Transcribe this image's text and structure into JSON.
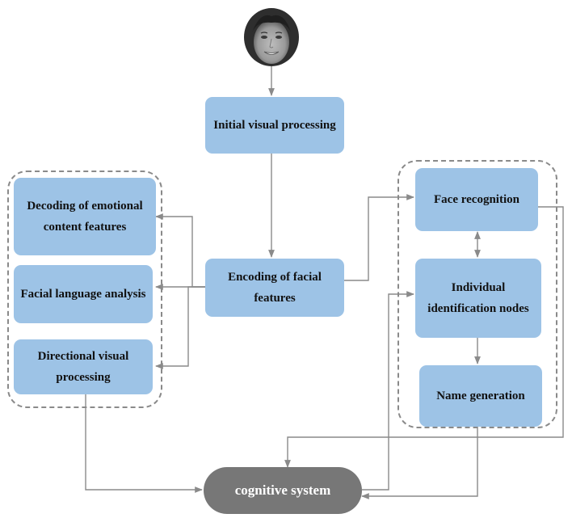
{
  "nodes": {
    "initial": "Initial visual processing",
    "encoding": "Encoding of facial features",
    "decoding": "Decoding of emotional content features",
    "facial_language": "Facial language analysis",
    "directional": "Directional visual processing",
    "face_recognition": "Face recognition",
    "individual": "Individual identification nodes",
    "name_generation": "Name generation",
    "cognitive": "cognitive system"
  },
  "image": {
    "face_icon": "face-photo-icon"
  },
  "colors": {
    "box_fill": "#9dc3e6",
    "pill_fill": "#777777",
    "arrow": "#8a8a8a",
    "dashed_border": "#8a8a8a"
  }
}
